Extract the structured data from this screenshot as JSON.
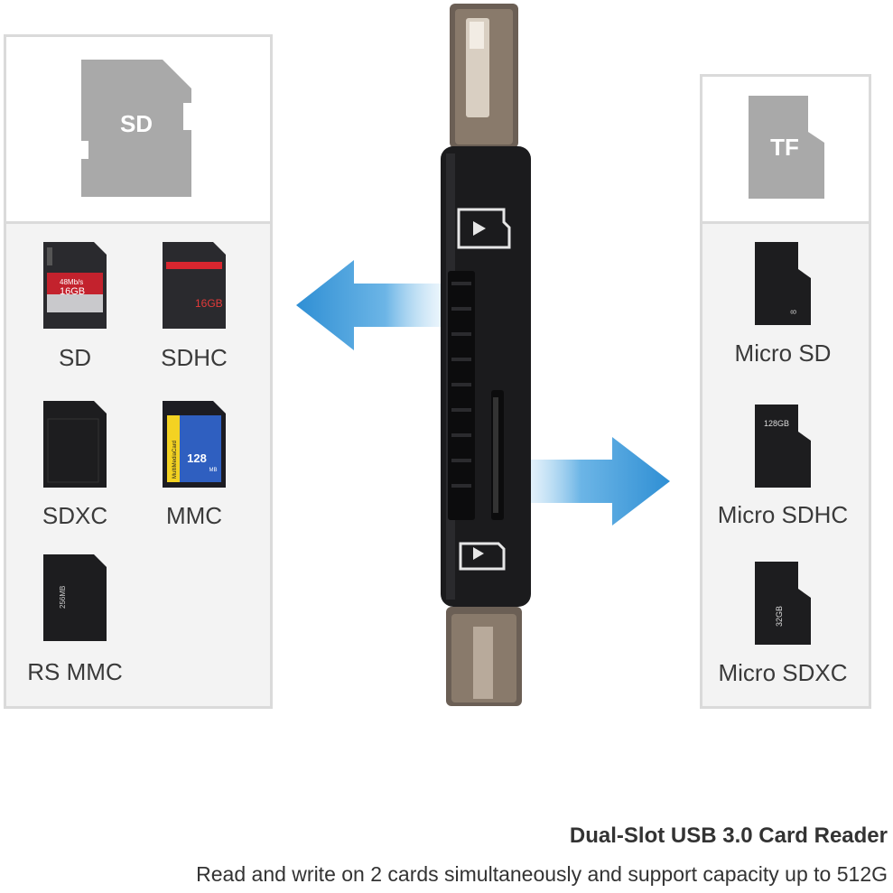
{
  "left_panel": {
    "header_card_label": "SD",
    "cards": [
      {
        "name": "SD",
        "printed_top": "48Mb/s",
        "printed_size": "16GB"
      },
      {
        "name": "SDHC",
        "printed_size": "16GB"
      },
      {
        "name": "SDXC"
      },
      {
        "name": "MMC",
        "printed_brand": "MultiMediaCard",
        "printed_size": "128",
        "printed_unit": "MB"
      },
      {
        "name": "RS MMC",
        "printed_size": "256MB"
      }
    ]
  },
  "right_panel": {
    "header_card_label": "TF",
    "cards": [
      {
        "name": "Micro SD",
        "printed_size": "8"
      },
      {
        "name": "Micro SDHC",
        "printed_size": "128GB"
      },
      {
        "name": "Micro SDXC",
        "printed_size": "32GB"
      }
    ]
  },
  "caption": {
    "title": "Dual-Slot USB 3.0 Card Reader",
    "subtitle": "Read and write on 2 cards simultaneously and support capacity up to 512G"
  },
  "colors": {
    "panel_bg": "#f3f3f3",
    "panel_border": "#dadada",
    "card_gray": "#a9a9a9",
    "arrow_blue": "#3d97d6",
    "reader_body": "#1b1b1d"
  }
}
